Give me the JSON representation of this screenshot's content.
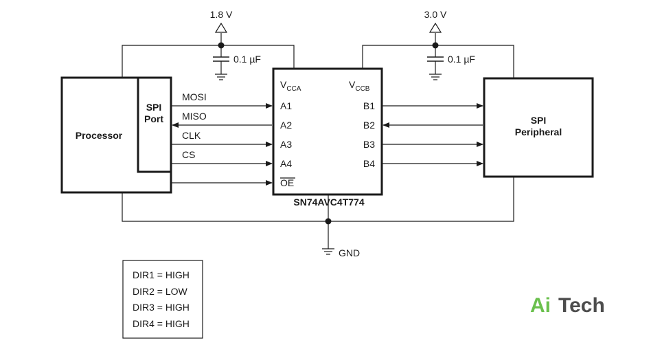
{
  "supplies": {
    "vcca_voltage": "1.8 V",
    "vccb_voltage": "3.0 V",
    "cap_a": "0.1 µF",
    "cap_b": "0.1 µF",
    "gnd": "GND"
  },
  "processor": {
    "label": "Processor",
    "port_line1": "SPI",
    "port_line2": "Port"
  },
  "signals": [
    "MOSI",
    "MISO",
    "CLK",
    "CS"
  ],
  "chip": {
    "vcca_main": "V",
    "vcca_sub": "CCA",
    "vccb_main": "V",
    "vccb_sub": "CCB",
    "a_pins": [
      "A1",
      "A2",
      "A3",
      "A4"
    ],
    "b_pins": [
      "B1",
      "B2",
      "B3",
      "B4"
    ],
    "oe_pin": "OE",
    "part_number": "SN74AVC4T774"
  },
  "peripheral": {
    "line1": "SPI",
    "line2": "Peripheral"
  },
  "dir_settings": [
    "DIR1 = HIGH",
    "DIR2 = LOW",
    "DIR3 = HIGH",
    "DIR4 = HIGH"
  ],
  "watermark": {
    "part1": "Ai",
    "part2": "Tech"
  }
}
